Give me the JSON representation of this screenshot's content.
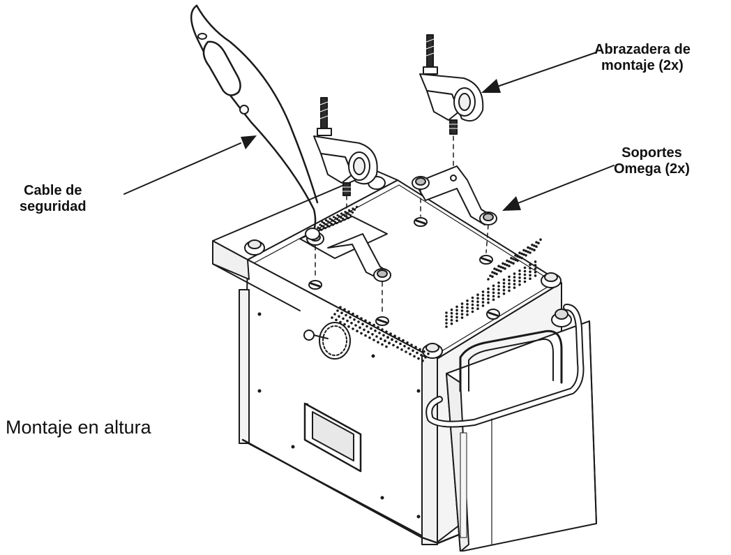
{
  "labels": {
    "clamp": [
      "Abrazadera de",
      "montaje (2x)"
    ],
    "omega": [
      "Soportes",
      "Omega (2x)"
    ],
    "cable": [
      "Cable de",
      "seguridad"
    ]
  },
  "caption": "Montaje en altura",
  "colors": {
    "line": "#1a1a1a",
    "body_fill": "#ffffff",
    "shade": "#e6e6e6",
    "dark": "#2b2b2b"
  }
}
